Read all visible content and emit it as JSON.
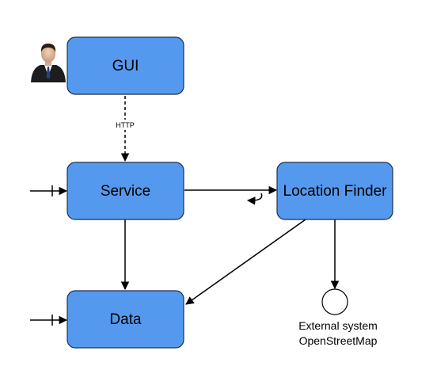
{
  "nodes": {
    "gui": {
      "label": "GUI"
    },
    "service": {
      "label": "Service"
    },
    "location_finder": {
      "label": "Location Finder"
    },
    "data": {
      "label": "Data"
    }
  },
  "edges": {
    "gui_service": {
      "label": "HTTP"
    }
  },
  "external": {
    "line1": "External system",
    "line2": "OpenStreetMap"
  },
  "colors": {
    "node_fill": "#5599ee",
    "node_stroke": "#1f2f4f",
    "edge": "#000000",
    "page": "#ffffff"
  },
  "icons": {
    "actor": "user-avatar-icon"
  }
}
